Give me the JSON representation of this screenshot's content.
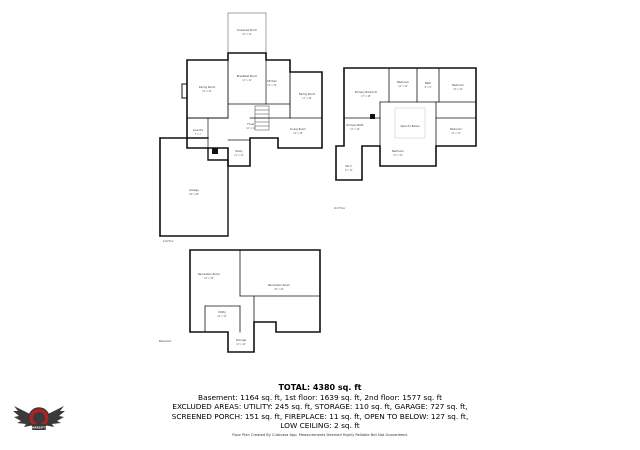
{
  "floors": {
    "first_floor": {
      "rooms": [
        {
          "label": "Screened Porch",
          "area": "12' x 12'"
        },
        {
          "label": "Breakfast Room",
          "area": "11' x 12'"
        },
        {
          "label": "Kitchen",
          "area": "13' x 14'"
        },
        {
          "label": "Family Room",
          "area": "17' x 16'"
        },
        {
          "label": "Dining Room",
          "area": "14' x 14'"
        },
        {
          "label": "Foyer",
          "area": "10' x 12'"
        },
        {
          "label": "Living Room",
          "area": "14' x 16'"
        },
        {
          "label": "Laundry",
          "area": "7' x 7'"
        },
        {
          "label": "Study",
          "area": "11' x 11'"
        },
        {
          "label": "Garage",
          "area": "26' x 28'"
        }
      ],
      "floor_name": "1st Floor"
    },
    "second_floor": {
      "rooms": [
        {
          "label": "Primary Bedroom",
          "area": "17' x 18'"
        },
        {
          "label": "Bedroom",
          "area": "12' x 12'"
        },
        {
          "label": "Bath",
          "area": "8' x 9'"
        },
        {
          "label": "Bedroom",
          "area": "13' x 12'"
        },
        {
          "label": "Open to Below",
          "area": ""
        },
        {
          "label": "Primary Bath",
          "area": "12' x 10'"
        },
        {
          "label": "Bedroom",
          "area": "12' x 11'"
        },
        {
          "label": "Bedroom",
          "area": "12' x 13'"
        },
        {
          "label": "W.I.C.",
          "area": "9' x 11'"
        }
      ],
      "floor_name": "2nd Floor"
    },
    "basement": {
      "rooms": [
        {
          "label": "Recreation Room",
          "area": "21' x 16'"
        },
        {
          "label": "Recreation Room",
          "area": "25' x 20'"
        },
        {
          "label": "Utility",
          "area": "16' x 13'"
        },
        {
          "label": "Storage",
          "area": "11' x 10'"
        }
      ],
      "floor_name": "Basement"
    }
  },
  "summary": {
    "total": "TOTAL: 4380 sq. ft",
    "line1": "Basement: 1164 sq. ft, 1st floor: 1639 sq. ft, 2nd floor: 1577 sq. ft",
    "line2": "EXCLUDED AREAS: UTILITY: 245 sq. ft, STORAGE: 110 sq. ft, GARAGE: 727 sq. ft,",
    "line3": "SCREENED PORCH: 151 sq. ft, FIREPLACE: 11 sq. ft, OPEN TO BELOW: 127 sq. ft,",
    "line4": "LOW CEILING: 2 sq. ft"
  },
  "footer": "Floor Plan Created By Cubicasa App. Measurements Deemed Highly Reliable But Not Guaranteed.",
  "logo": {
    "text": "VARSITY",
    "icon": "winged-shield-logo"
  },
  "colors": {
    "wall": "#111111",
    "logo_red": "#b22222",
    "logo_dark": "#3a3a3a"
  }
}
